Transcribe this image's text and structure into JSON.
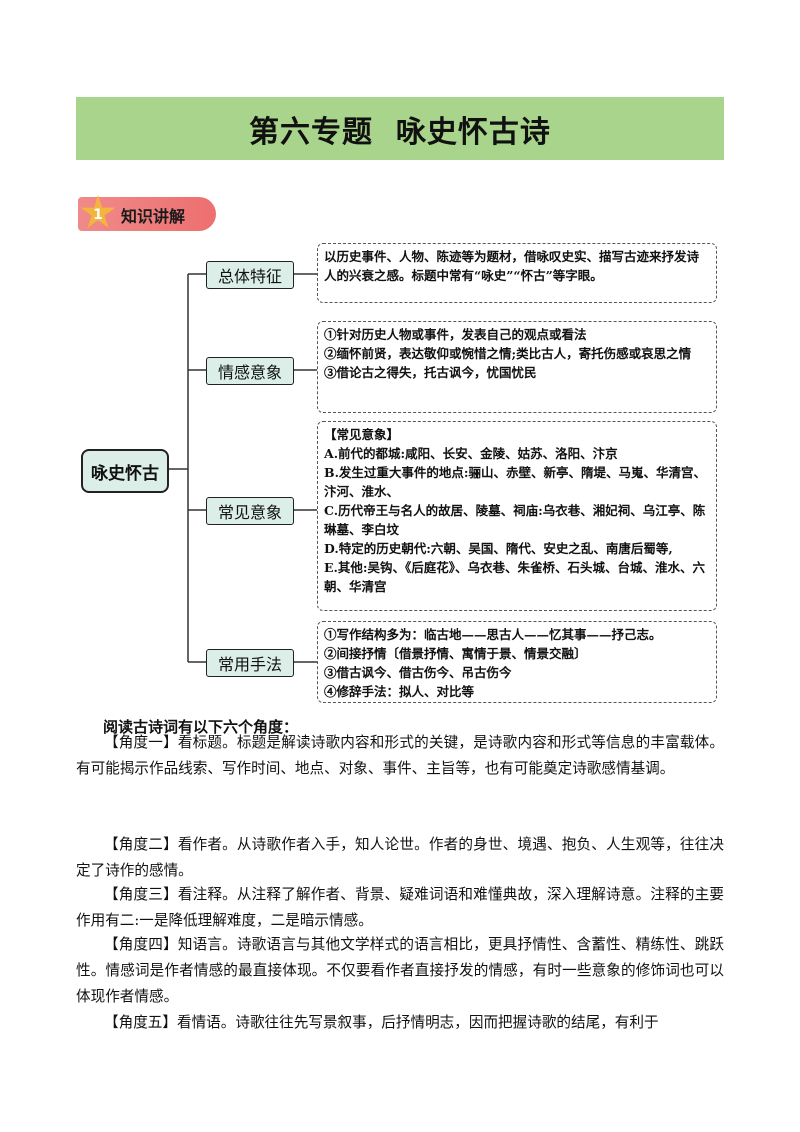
{
  "title": "第六专题  咏史怀古诗",
  "section": {
    "number": "1",
    "label": "知识讲解"
  },
  "mindmap": {
    "root": "咏史怀古",
    "branches": [
      {
        "label": "总体特征",
        "lines": [
          "以历史事件、人物、陈迹等为题材，借咏叹史实、描写古迹来抒发诗人的兴衰之感。标题中常有“咏史”“怀古”等字眼。"
        ]
      },
      {
        "label": "情感意象",
        "lines": [
          "①针对历史人物或事件，发表自己的观点或看法",
          "②缅怀前贤，表达敬仰或惋惜之情;类比古人，寄托伤感或哀思之情",
          "③借论古之得失，托古讽今，忧国忧民"
        ]
      },
      {
        "label": "常见意象",
        "lines": [
          "【常见意象】",
          "A.前代的都城:咸阳、长安、金陵、姑苏、洛阳、汴京",
          "B.发生过重大事件的地点:骊山、赤壁、新亭、隋堤、马嵬、华清宫、汴河、淮水、",
          "C.历代帝王与名人的故居、陵墓、祠庙:乌衣巷、湘妃祠、乌江亭、陈琳墓、李白坟",
          "D.特定的历史朝代:六朝、吴国、隋代、安史之乱、南唐后蜀等,",
          "E.其他:吴钩、《后庭花》、乌衣巷、朱雀桥、石头城、台城、淮水、六朝、华清宫"
        ]
      },
      {
        "label": "常用手法",
        "lines": [
          "①写作结构多为：临古地——思古人——忆其事——抒己志。",
          "②间接抒情〔借景抒情、寓情于景、情景交融〕",
          "③借古讽今、借古伤今、吊古伤今",
          "④修辞手法：拟人、对比等"
        ]
      }
    ]
  },
  "reading": {
    "heading": "阅读古诗词有以下六个角度：",
    "paragraphs": [
      "【角度一】看标题。标题是解读诗歌内容和形式的关键，是诗歌内容和形式等信息的丰富载体。有可能揭示作品线索、写作时间、地点、对象、事件、主旨等，也有可能奠定诗歌感情基调。",
      "【角度二】看作者。从诗歌作者入手，知人论世。作者的身世、境遇、抱负、人生观等，往往决定了诗作的感情。",
      "【角度三】看注释。从注释了解作者、背景、疑难词语和难懂典故，深入理解诗意。注释的主要作用有二:一是降低理解难度，二是暗示情感。",
      "【角度四】知语言。诗歌语言与其他文学样式的语言相比，更具抒情性、含蓄性、精练性、跳跃性。情感词是作者情感的最直接体现。不仅要看作者直接抒发的情感，有时一些意象的修饰词也可以体现作者情感。",
      "【角度五】看情语。诗歌往往先写景叙事，后抒情明志，因而把握诗歌的结尾，有利于"
    ]
  },
  "colors": {
    "banner": "#a9d48c",
    "node_fill": "#dbeee8",
    "tag": "#ee6f6f",
    "star": "#f3b53d"
  }
}
